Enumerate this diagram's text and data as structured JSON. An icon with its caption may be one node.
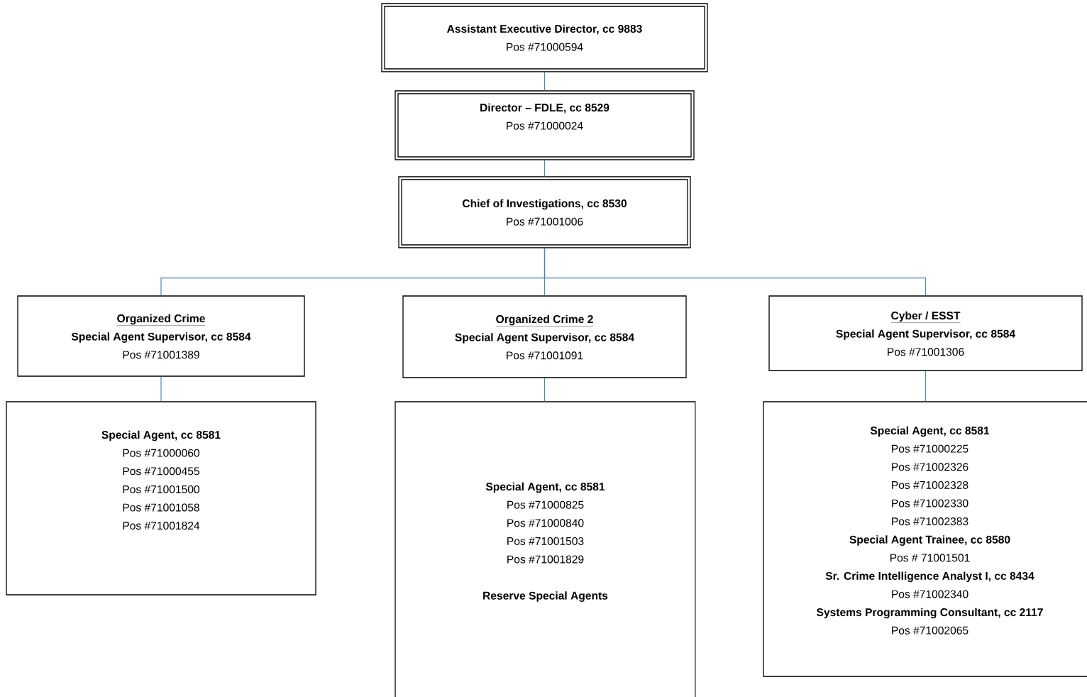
{
  "diagram": {
    "nodes": [
      {
        "text": [
          "Assistant Executive Director, cc 9883",
          "Pos #71000594"
        ]
      },
      {
        "text": [
          "Director – FDLE, cc 8529",
          "Pos #71000024"
        ]
      },
      {
        "text": [
          "Chief of Investigations, cc 8530",
          "Pos #71001006"
        ]
      },
      {
        "text": [
          "Organized Crime",
          "Special Agent Supervisor, cc 8584",
          "Pos #71001389"
        ]
      },
      {
        "text": [
          "Organized Crime 2",
          "Special Agent Supervisor, cc 8584",
          "Pos #71001091"
        ]
      },
      {
        "text": [
          "Cyber / ESST",
          "Special Agent Supervisor, cc 8584",
          "Pos #71001306"
        ]
      },
      {
        "text": [
          "Special Agent, cc 8581",
          "Pos #71000060",
          "Pos #71000455",
          "Pos #71001500",
          "Pos #71001058",
          "Pos #71001824"
        ]
      },
      {
        "text": [
          "Special Agent, cc 8581",
          "Pos #71000825",
          "Pos #71000840",
          "Pos #71001503",
          "Pos #71001829",
          "Reserve Special Agents"
        ]
      },
      {
        "text": [
          "Special Agent, cc 8581",
          "Pos #71000225",
          "Pos #71002326",
          "Pos #71002328",
          "Pos #71002330",
          "Pos #71002383",
          "Special Agent Trainee, cc 8580",
          "Pos # 71001501",
          "Sr. Crime Intelligence Analyst I, cc 8434",
          "Pos #71002340",
          "Systems Programming Consultant, cc 2117",
          "Pos #71002065"
        ]
      }
    ],
    "edges": [
      {
        "from": 0,
        "to": 1,
        "arrow": "none"
      },
      {
        "from": 1,
        "to": 2,
        "arrow": "none"
      },
      {
        "from": 2,
        "to": 3,
        "arrow": "none"
      },
      {
        "from": 2,
        "to": 4,
        "arrow": "none"
      },
      {
        "from": 2,
        "to": 5,
        "arrow": "none"
      },
      {
        "from": 3,
        "to": 6,
        "arrow": "none"
      },
      {
        "from": 4,
        "to": 7,
        "arrow": "none"
      },
      {
        "from": 5,
        "to": 8,
        "arrow": "none"
      }
    ]
  }
}
